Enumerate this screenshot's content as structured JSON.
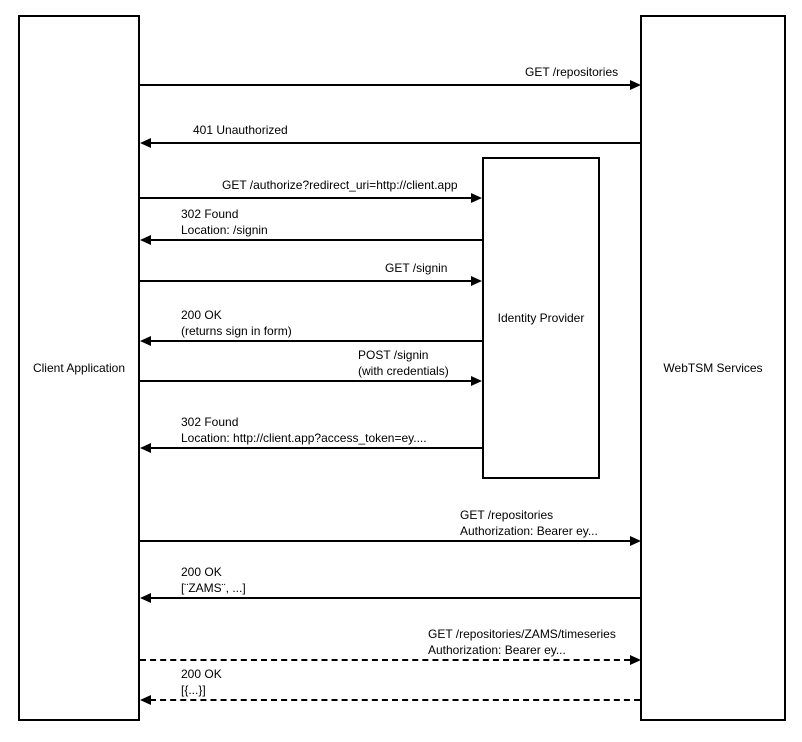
{
  "colors": {
    "background": "#ffffff",
    "line": "#000000",
    "text": "#000000"
  },
  "actors": {
    "client": {
      "label": "Client Application"
    },
    "idp": {
      "label": "Identity Provider"
    },
    "webtsm": {
      "label": "WebTSM Services"
    }
  },
  "messages": [
    {
      "from": "client",
      "to": "webtsm",
      "style": "solid",
      "line1": "GET /repositories"
    },
    {
      "from": "webtsm",
      "to": "client",
      "style": "solid",
      "line1": "401 Unauthorized"
    },
    {
      "from": "client",
      "to": "idp",
      "style": "solid",
      "line1": "GET /authorize?redirect_uri=http://client.app"
    },
    {
      "from": "idp",
      "to": "client",
      "style": "solid",
      "line1": "302 Found",
      "line2": "Location: /signin"
    },
    {
      "from": "client",
      "to": "idp",
      "style": "solid",
      "line1": "GET /signin"
    },
    {
      "from": "idp",
      "to": "client",
      "style": "solid",
      "line1": "200 OK",
      "line2": "(returns sign in form)"
    },
    {
      "from": "client",
      "to": "idp",
      "style": "solid",
      "line1": "POST /signin",
      "line2": "(with credentials)"
    },
    {
      "from": "idp",
      "to": "client",
      "style": "solid",
      "line1": "302 Found",
      "line2": "Location: http://client.app?access_token=ey...."
    },
    {
      "from": "client",
      "to": "webtsm",
      "style": "solid",
      "line1": "GET /repositories",
      "line2": "Authorization: Bearer ey..."
    },
    {
      "from": "webtsm",
      "to": "client",
      "style": "solid",
      "line1": "200 OK",
      "line2": "[¨ZAMS¨, ...]"
    },
    {
      "from": "client",
      "to": "webtsm",
      "style": "dashed",
      "line1": "GET /repositories/ZAMS/timeseries",
      "line2": "Authorization: Bearer ey..."
    },
    {
      "from": "webtsm",
      "to": "client",
      "style": "dashed",
      "line1": "200 OK",
      "line2": "[{...}]"
    }
  ]
}
